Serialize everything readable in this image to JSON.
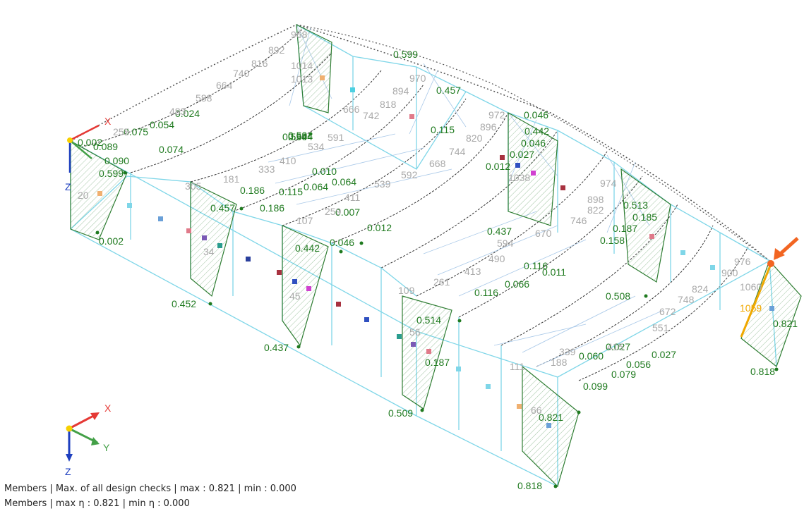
{
  "colors": {
    "member_line": "#7fd6e8",
    "diagram_fill": "#2e7d32",
    "result_text": "#1f7a1f",
    "member_number": "#a9a9a9",
    "selected_member": "#f0a800",
    "arrow_marker": "#f26522",
    "axis_x": "#e53935",
    "axis_y": "#43a047",
    "axis_z": "#1e3fbf"
  },
  "axes": {
    "x_label": "X",
    "y_label": "Y",
    "z_label": "Z"
  },
  "status": {
    "line1": "Members | Max. of all design checks | max  : 0.821 | min  : 0.000",
    "line2": "Members | max η : 0.821 | min η : 0.000"
  },
  "results": [
    "0.002",
    "0.599",
    "0.457",
    "0.186",
    "0.594",
    "0.089",
    "0.075",
    "0.054",
    "0.024",
    "0.090",
    "0.074",
    "0.594",
    "0.115",
    "0.064",
    "0.046",
    "0.442",
    "0.046",
    "0.012",
    "0.027",
    "0.010",
    "0.064",
    "0.115",
    "0.186",
    "0.457",
    "0.007",
    "0.046",
    "0.012",
    "0.437",
    "0.442",
    "0.594",
    "0.002",
    "0.452",
    "0.437",
    "0.514",
    "0.187",
    "0.116",
    "0.066",
    "0.011",
    "0.116",
    "0.508",
    "0.158",
    "0.187",
    "0.185",
    "0.513",
    "0.509",
    "0.821",
    "0.818",
    "0.099",
    "0.079",
    "0.056",
    "0.027",
    "0.821",
    "0.818",
    "0.599",
    "0.027",
    "0.060"
  ],
  "members": [
    "968",
    "892",
    "816",
    "740",
    "664",
    "588",
    "483",
    "255",
    "1014",
    "1013",
    "970",
    "894",
    "818",
    "742",
    "666",
    "591",
    "534",
    "410",
    "333",
    "181",
    "305",
    "107",
    "259",
    "411",
    "539",
    "592",
    "668",
    "744",
    "820",
    "896",
    "972",
    "1038",
    "974",
    "898",
    "822",
    "746",
    "670",
    "594",
    "490",
    "413",
    "261",
    "109",
    "20",
    "34",
    "45",
    "56",
    "66",
    "111",
    "188",
    "339",
    "415",
    "551",
    "672",
    "748",
    "824",
    "900",
    "976",
    "1060",
    "1059"
  ]
}
